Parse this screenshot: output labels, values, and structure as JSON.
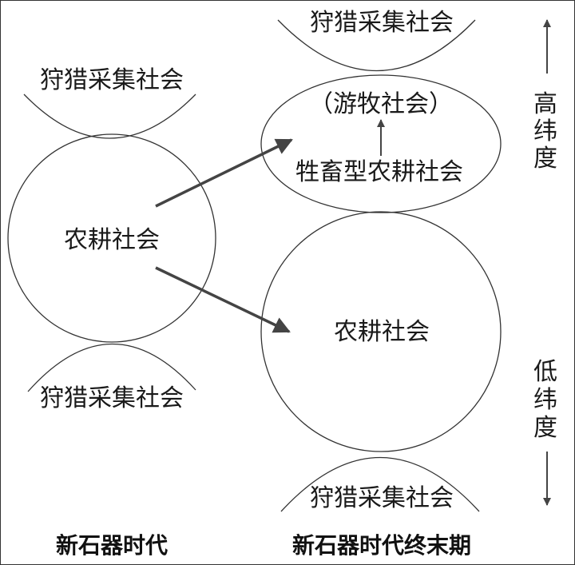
{
  "left": {
    "top": "狩猎采集社会",
    "center": "农耕社会",
    "bottom": "狩猎采集社会",
    "caption": "新石器时代"
  },
  "right": {
    "top": "狩猎采集社会",
    "nomad": "（游牧社会）",
    "livestock": "牲畜型农耕社会",
    "center": "农耕社会",
    "bottom": "狩猎采集社会",
    "caption": "新石器时代终末期"
  },
  "axis": {
    "high": [
      "高",
      "纬",
      "度"
    ],
    "low": [
      "低",
      "纬",
      "度"
    ]
  },
  "colors": {
    "line": "#333333",
    "arrow": "#444444"
  }
}
